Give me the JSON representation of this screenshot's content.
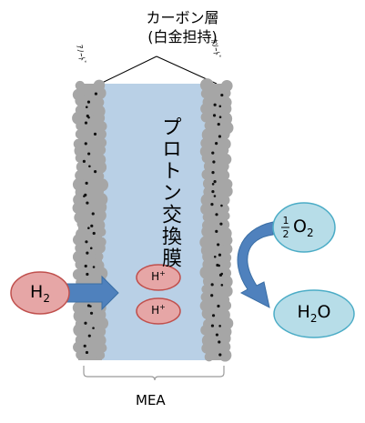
{
  "carbon_layer": {
    "line1": "カーボン層",
    "line2": "(白金担持)"
  },
  "anode_label": "ｱﾉｰﾄﾞ",
  "cathode_label": "ｶｿｰﾄﾞ",
  "membrane_label": "プロトン交換膜",
  "h2": {
    "base": "H",
    "sub": "2"
  },
  "proton": {
    "base": "H",
    "sup": "+"
  },
  "oxygen": {
    "num": "1",
    "den": "2",
    "base": "O",
    "sub": "2"
  },
  "water": {
    "base": "H",
    "sub": "2",
    "tail": "O"
  },
  "mea_label": "MEA",
  "colors": {
    "membrane": "#b9d0e6",
    "carbon_layer": "#a6a6a6",
    "proton_oval": "#e6a6a6",
    "proton_border": "#c0504d",
    "oxygen_oval": "#b7dde8",
    "oxygen_border": "#4bacc6",
    "arrow": "#4f81bd"
  }
}
